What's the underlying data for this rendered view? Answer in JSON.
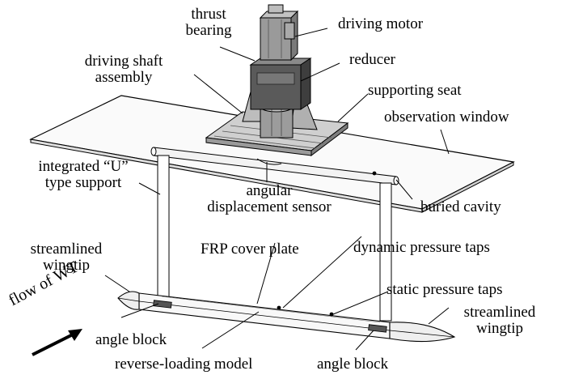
{
  "labels": {
    "thrust_bearing_1": "thrust",
    "thrust_bearing_2": "bearing",
    "driving_motor": "driving motor",
    "driving_shaft_1": "driving shaft",
    "driving_shaft_2": "assembly",
    "reducer": "reducer",
    "supporting_seat": "supporting seat",
    "observation_window": "observation window",
    "u_support_1": "integrated “U”",
    "u_support_2": "type support",
    "angular_sensor_1": "angular",
    "angular_sensor_2": "displacement sensor",
    "buried_cavity": "buried cavity",
    "streamlined_wingtip_left_1": "streamlined",
    "streamlined_wingtip_left_2": "wingtip",
    "frp_cover_plate": "FRP cover plate",
    "dynamic_pressure_taps": "dynamic pressure taps",
    "static_pressure_taps": "static pressure taps",
    "streamlined_wingtip_right_1": "streamlined",
    "streamlined_wingtip_right_2": "wingtip",
    "flow_of_wt": "flow of WT",
    "angle_block_left": "angle block",
    "reverse_loading_model": "reverse-loading model",
    "angle_block_right": "angle block"
  }
}
